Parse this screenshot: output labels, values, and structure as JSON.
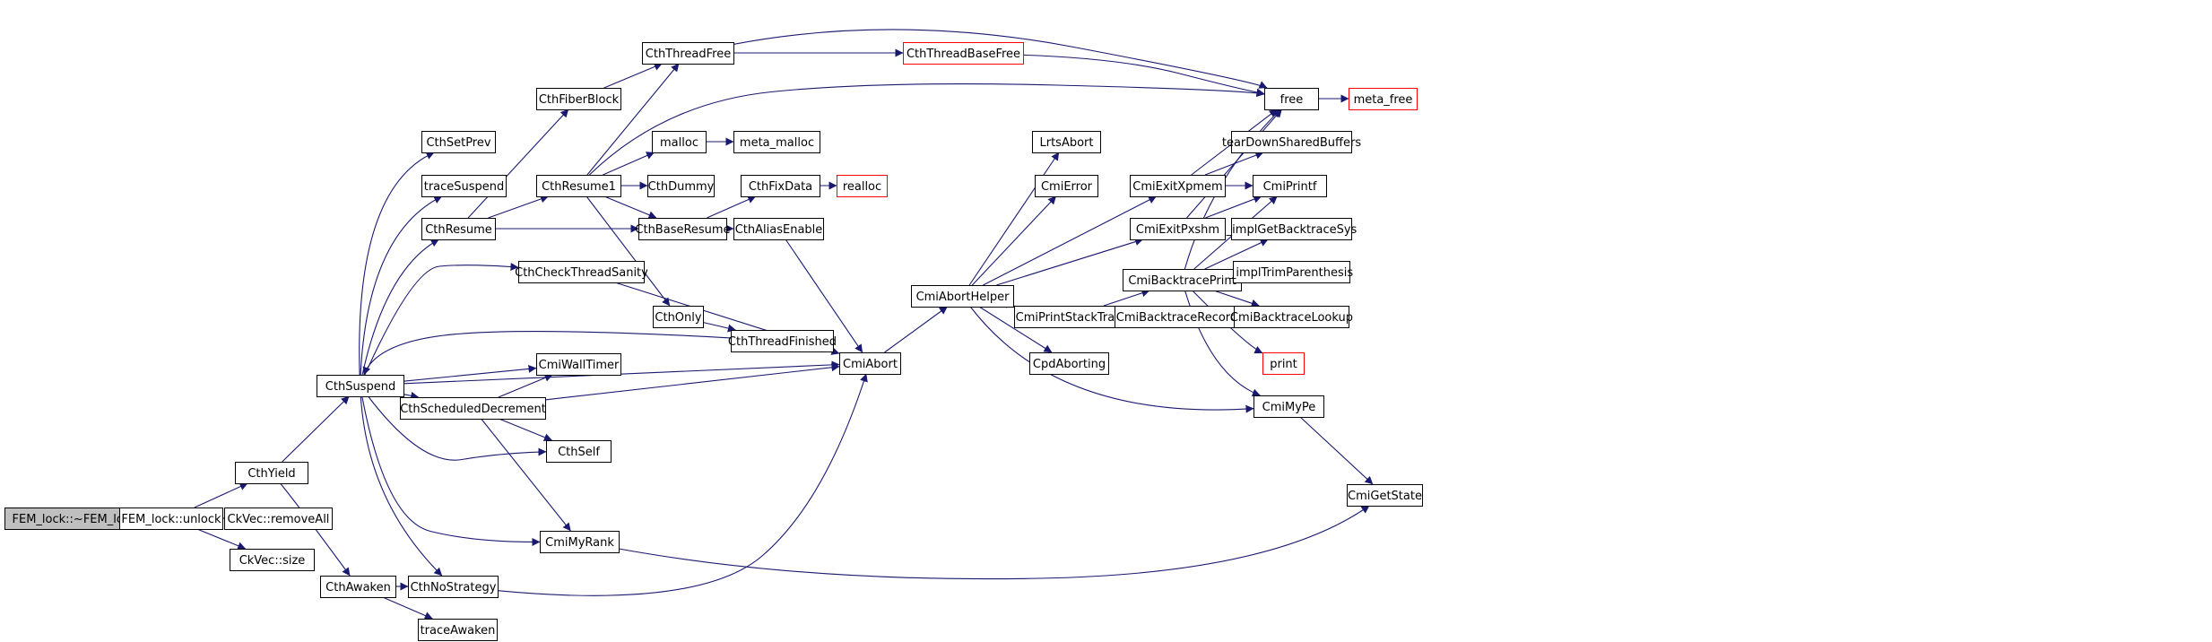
{
  "colors": {
    "edge": "#191970",
    "root_fill": "#bfbfbf",
    "external_border": "#ff0000",
    "border": "#000000"
  },
  "nodes": [
    {
      "id": "fem_dtor",
      "label": "FEM_lock::~FEM_lock",
      "style": "root"
    },
    {
      "id": "fem_unlock",
      "label": "FEM_lock::unlock",
      "style": "normal"
    },
    {
      "id": "removeall",
      "label": "CkVec::removeAll",
      "style": "normal"
    },
    {
      "id": "size",
      "label": "CkVec::size",
      "style": "normal"
    },
    {
      "id": "cthyield",
      "label": "CthYield",
      "style": "normal"
    },
    {
      "id": "cthsuspend",
      "label": "CthSuspend",
      "style": "normal"
    },
    {
      "id": "cthawaken",
      "label": "CthAwaken",
      "style": "normal"
    },
    {
      "id": "cthsetprev",
      "label": "CthSetPrev",
      "style": "normal"
    },
    {
      "id": "tracesuspend",
      "label": "traceSuspend",
      "style": "normal"
    },
    {
      "id": "cthresume",
      "label": "CthResume",
      "style": "normal"
    },
    {
      "id": "cthschedulieddec",
      "label": "CthScheduledDecrement",
      "style": "normal"
    },
    {
      "id": "cthnostrategy",
      "label": "CthNoStrategy",
      "style": "normal"
    },
    {
      "id": "traceawaken",
      "label": "traceAwaken",
      "style": "normal"
    },
    {
      "id": "cthfiberblock",
      "label": "CthFiberBlock",
      "style": "normal"
    },
    {
      "id": "cthresume1",
      "label": "CthResume1",
      "style": "normal"
    },
    {
      "id": "cthcheckthreadsanity",
      "label": "CthCheckThreadSanity",
      "style": "normal"
    },
    {
      "id": "cmiwalltimer",
      "label": "CmiWallTimer",
      "style": "normal"
    },
    {
      "id": "cthself",
      "label": "CthSelf",
      "style": "normal"
    },
    {
      "id": "cmimyrank",
      "label": "CmiMyRank",
      "style": "normal"
    },
    {
      "id": "cththreadfree",
      "label": "CthThreadFree",
      "style": "normal"
    },
    {
      "id": "malloc",
      "label": "malloc",
      "style": "normal"
    },
    {
      "id": "cthdummy",
      "label": "CthDummy",
      "style": "normal"
    },
    {
      "id": "cthbaseresume",
      "label": "CthBaseResume",
      "style": "normal"
    },
    {
      "id": "cthonly",
      "label": "CthOnly",
      "style": "normal"
    },
    {
      "id": "cththreadbasefree",
      "label": "CthThreadBaseFree",
      "style": "external"
    },
    {
      "id": "meta_malloc",
      "label": "meta_malloc",
      "style": "normal"
    },
    {
      "id": "cthfixdata",
      "label": "CthFixData",
      "style": "normal"
    },
    {
      "id": "cthaliasenable",
      "label": "CthAliasEnable",
      "style": "normal"
    },
    {
      "id": "cththreadfinished",
      "label": "CthThreadFinished",
      "style": "normal"
    },
    {
      "id": "realloc",
      "label": "realloc",
      "style": "external"
    },
    {
      "id": "cmiabort",
      "label": "CmiAbort",
      "style": "normal"
    },
    {
      "id": "cmiaborthelper",
      "label": "CmiAbortHelper",
      "style": "normal"
    },
    {
      "id": "lrtsabort",
      "label": "LrtsAbort",
      "style": "normal"
    },
    {
      "id": "cmierror",
      "label": "CmiError",
      "style": "normal"
    },
    {
      "id": "cmiprintstacktrace",
      "label": "CmiPrintStackTrace",
      "style": "normal"
    },
    {
      "id": "cpdaborting",
      "label": "CpdAborting",
      "style": "normal"
    },
    {
      "id": "cmiexitxpmem",
      "label": "CmiExitXpmem",
      "style": "normal"
    },
    {
      "id": "cmiexitpxshm",
      "label": "CmiExitPxshm",
      "style": "normal"
    },
    {
      "id": "cmibacktraceprint",
      "label": "CmiBacktracePrint",
      "style": "normal"
    },
    {
      "id": "cmibacktracerecord",
      "label": "CmiBacktraceRecord",
      "style": "normal"
    },
    {
      "id": "free",
      "label": "free",
      "style": "normal"
    },
    {
      "id": "meta_free",
      "label": "meta_free",
      "style": "external"
    },
    {
      "id": "teardownsharedbuffers",
      "label": "tearDownSharedBuffers",
      "style": "normal"
    },
    {
      "id": "cmiprintf",
      "label": "CmiPrintf",
      "style": "normal"
    },
    {
      "id": "implgetbacktracesys",
      "label": "_implGetBacktraceSys",
      "style": "normal"
    },
    {
      "id": "impltrimparenthesis",
      "label": "_implTrimParenthesis",
      "style": "normal"
    },
    {
      "id": "cmibacktracelookup",
      "label": "CmiBacktraceLookup",
      "style": "normal"
    },
    {
      "id": "print",
      "label": "print",
      "style": "external"
    },
    {
      "id": "cmimype",
      "label": "CmiMyPe",
      "style": "normal"
    },
    {
      "id": "cmigetstate",
      "label": "CmiGetState",
      "style": "normal"
    }
  ],
  "edges": [
    [
      "fem_dtor",
      "fem_unlock"
    ],
    [
      "fem_unlock",
      "removeall"
    ],
    [
      "fem_unlock",
      "size"
    ],
    [
      "fem_unlock",
      "cthyield"
    ],
    [
      "cthyield",
      "cthsuspend"
    ],
    [
      "cthyield",
      "cthawaken"
    ],
    [
      "cthsuspend",
      "cthsetprev"
    ],
    [
      "cthsuspend",
      "tracesuspend"
    ],
    [
      "cthsuspend",
      "cthresume"
    ],
    [
      "cthsuspend",
      "cthcheckthreadsanity"
    ],
    [
      "cthsuspend",
      "cmiwalltimer"
    ],
    [
      "cthsuspend",
      "cthschedulieddec"
    ],
    [
      "cthsuspend",
      "cthself"
    ],
    [
      "cthsuspend",
      "cmimyrank"
    ],
    [
      "cthsuspend",
      "cthnostrategy"
    ],
    [
      "cthsuspend",
      "cmiabort"
    ],
    [
      "cthawaken",
      "cthnostrategy"
    ],
    [
      "cthawaken",
      "traceawaken"
    ],
    [
      "cthresume",
      "cthfiberblock"
    ],
    [
      "cthresume",
      "cthresume1"
    ],
    [
      "cthresume",
      "cthbaseresume"
    ],
    [
      "cthfiberblock",
      "cththreadfree"
    ],
    [
      "cthresume1",
      "cththreadfree"
    ],
    [
      "cthresume1",
      "malloc"
    ],
    [
      "cthresume1",
      "cthdummy"
    ],
    [
      "cthresume1",
      "cthbaseresume"
    ],
    [
      "cthresume1",
      "cthonly"
    ],
    [
      "cthresume1",
      "free"
    ],
    [
      "cththreadfree",
      "cththreadbasefree"
    ],
    [
      "cththreadfree",
      "free"
    ],
    [
      "cththreadbasefree",
      "free"
    ],
    [
      "malloc",
      "meta_malloc"
    ],
    [
      "cthbaseresume",
      "cthfixdata"
    ],
    [
      "cthbaseresume",
      "cthaliasenable"
    ],
    [
      "cthfixdata",
      "realloc"
    ],
    [
      "cthaliasenable",
      "cmiabort"
    ],
    [
      "cthcheckthreadsanity",
      "cmiabort"
    ],
    [
      "cthonly",
      "cththreadfinished"
    ],
    [
      "cththreadfinished",
      "cthsuspend"
    ],
    [
      "cthschedulieddec",
      "cmiwalltimer"
    ],
    [
      "cthschedulieddec",
      "cthself"
    ],
    [
      "cthschedulieddec",
      "cmimyrank"
    ],
    [
      "cthschedulieddec",
      "cmiabort"
    ],
    [
      "cthnostrategy",
      "cmiabort"
    ],
    [
      "cmimyrank",
      "cmigetstate"
    ],
    [
      "cmiabort",
      "cmiaborthelper"
    ],
    [
      "cmiaborthelper",
      "lrtsabort"
    ],
    [
      "cmiaborthelper",
      "cmierror"
    ],
    [
      "cmiaborthelper",
      "cmiprintstacktrace"
    ],
    [
      "cmiaborthelper",
      "cpdaborting"
    ],
    [
      "cmiaborthelper",
      "cmiexitxpmem"
    ],
    [
      "cmiaborthelper",
      "cmiexitpxshm"
    ],
    [
      "cmiaborthelper",
      "cmimype"
    ],
    [
      "cmiprintstacktrace",
      "cmibacktraceprint"
    ],
    [
      "cmiprintstacktrace",
      "cmibacktracerecord"
    ],
    [
      "cmiexitxpmem",
      "free"
    ],
    [
      "cmiexitxpmem",
      "teardownsharedbuffers"
    ],
    [
      "cmiexitxpmem",
      "cmiprintf"
    ],
    [
      "cmiexitpxshm",
      "free"
    ],
    [
      "cmiexitpxshm",
      "cmiprintf"
    ],
    [
      "cmibacktraceprint",
      "free"
    ],
    [
      "cmibacktraceprint",
      "cmiprintf"
    ],
    [
      "cmibacktraceprint",
      "implgetbacktracesys"
    ],
    [
      "cmibacktraceprint",
      "impltrimparenthesis"
    ],
    [
      "cmibacktraceprint",
      "cmibacktracelookup"
    ],
    [
      "cmibacktraceprint",
      "print"
    ],
    [
      "cmibacktraceprint",
      "cmimype"
    ],
    [
      "free",
      "meta_free"
    ],
    [
      "cmimype",
      "cmigetstate"
    ]
  ]
}
